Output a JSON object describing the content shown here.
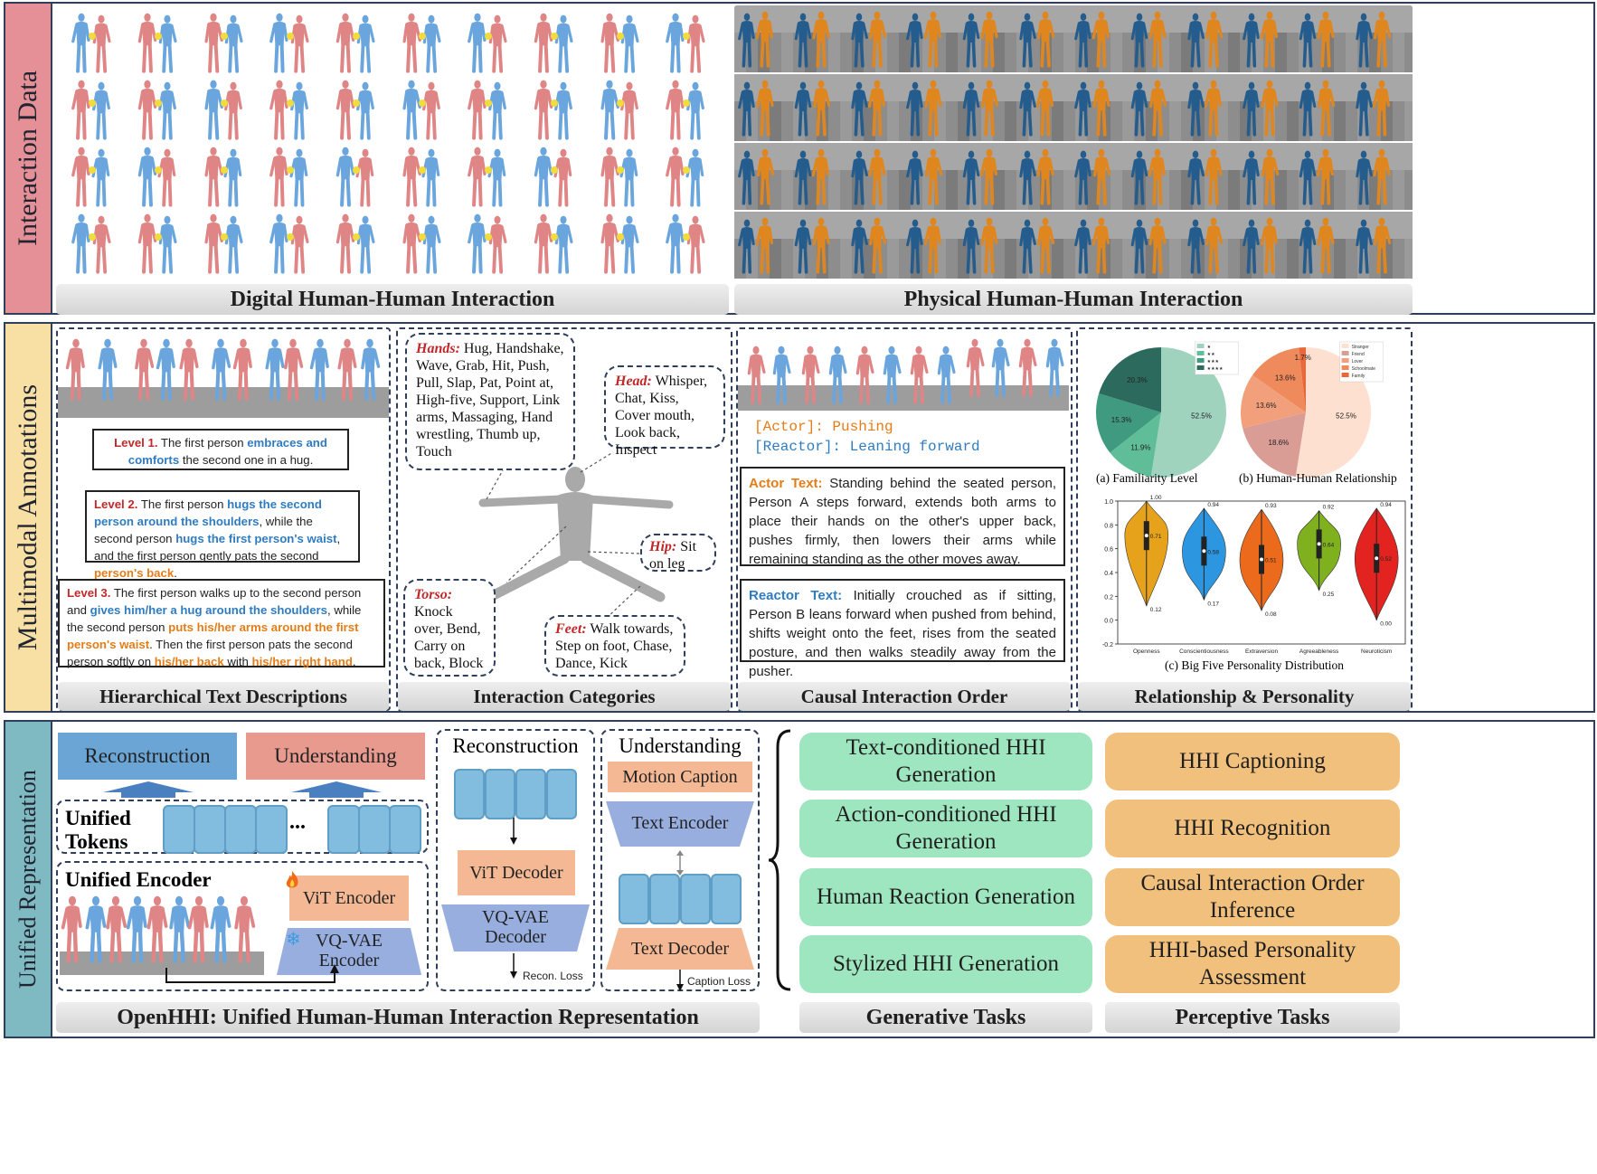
{
  "sections": {
    "interaction_data": "Interaction Data",
    "multimodal": "Multimodal Annotations",
    "unified": "Unified Representation"
  },
  "captions": {
    "digital": "Digital Human-Human Interaction",
    "physical": "Physical Human-Human Interaction",
    "hierarchical": "Hierarchical Text Descriptions",
    "categories": "Interaction Categories",
    "causal": "Causal Interaction Order",
    "relationship": "Relationship & Personality",
    "openhhi": "OpenHHI: Unified Human-Human Interaction Representation",
    "generative": "Generative Tasks",
    "perceptive": "Perceptive Tasks"
  },
  "levels": {
    "l1": {
      "tag": "Level 1.",
      "t1": " The first person ",
      "h1": "embraces and comforts",
      "t2": " the second one in a hug."
    },
    "l2": {
      "tag": "Level 2.",
      "t1": " The first person ",
      "h1": "hugs the second person around the shoulders",
      "t2": ", while the second person ",
      "h2": "hugs the first person's waist",
      "t3": ", and the first person gently pats the second ",
      "h3": "person's back",
      "t4": "."
    },
    "l3": {
      "tag": "Level 3.",
      "t1": " The first person walks up to the second person and ",
      "h1": "gives him/her a hug around the shoulders",
      "t2": ", while the second person ",
      "h2": "puts his/her arms around the first person's waist",
      "t3": ". Then the first person pats the second person softly on ",
      "h3": "his/her back",
      "t4": " with ",
      "h4": "his/her right hand",
      "t5": "."
    }
  },
  "categories": {
    "hands_label": "Hands:",
    "hands_text": " Hug, Handshake, Wave, Grab, Hit, Push, Pull, Slap, Pat, Point at, High-five, Support, Link arms, Massaging, Hand wrestling, Thumb up, Touch",
    "head_label": "Head:",
    "head_text": " Whisper, Chat, Kiss, Cover mouth, Look back, Inspect",
    "hip_label": "Hip:",
    "hip_text": " Sit on leg",
    "torso_label": "Torso:",
    "torso_text": " Knock over, Bend, Carry on back, Block",
    "feet_label": "Feet:",
    "feet_text": " Walk towards, Step on foot, Chase, Dance, Kick"
  },
  "causal": {
    "actor_line": "[Actor]: Pushing",
    "reactor_line": "[Reactor]: Leaning forward",
    "actor_label": "Actor Text:",
    "actor_text": " Standing behind the seated person, Person A steps forward, extends both arms to place their hands on the other's upper back, pushes firmly, then lowers their arms while remaining standing as the other moves away.",
    "reactor_label": "Reactor Text:",
    "reactor_text": " Initially crouched as if sitting, Person B leans forward when pushed from behind, shifts weight onto the feet, rises from the seated posture, and then walks steadily away from the pusher."
  },
  "charts_text": {
    "a_title": "(a) Familiarity Level",
    "b_title": "(b) Human-Human Relationship",
    "c_title": "(c) Big Five Personality Distribution"
  },
  "chart_data": [
    {
      "type": "pie",
      "title": "(a) Familiarity Level",
      "labels": [
        "★",
        "★★",
        "★★★",
        "★★★★"
      ],
      "values": [
        52.5,
        11.9,
        15.3,
        20.3
      ],
      "colors": [
        "#9fd3bd",
        "#5fbe98",
        "#3f9a80",
        "#2c6a5e"
      ],
      "legend": "top-right"
    },
    {
      "type": "pie",
      "title": "(b) Human-Human Relationship",
      "labels": [
        "Stranger",
        "Friend",
        "Lover",
        "Schoolmate",
        "Family"
      ],
      "values": [
        52.5,
        18.6,
        13.6,
        13.6,
        1.7
      ],
      "colors": [
        "#fde0cf",
        "#d99d96",
        "#f2a07c",
        "#ef8a5c",
        "#e8683c"
      ],
      "legend": "top-right"
    },
    {
      "type": "violin",
      "title": "(c) Big Five Personality Distribution",
      "categories": [
        "Openness",
        "Conscientiousness",
        "Extraversion",
        "Agreeableness",
        "Neuroticism"
      ],
      "colors": [
        "#e5a21a",
        "#2d96e0",
        "#ec6a1c",
        "#7fb01e",
        "#e2231f"
      ],
      "max": [
        1.0,
        0.94,
        0.93,
        0.92,
        0.94
      ],
      "median": [
        0.71,
        0.58,
        0.51,
        0.64,
        0.52
      ],
      "min": [
        0.12,
        0.17,
        0.08,
        0.25,
        0.0
      ],
      "ylim": [
        -0.2,
        1.0
      ],
      "yticks": [
        "1.0",
        "0.8",
        "0.6",
        "0.4",
        "0.2",
        "0.0",
        "-0.2"
      ]
    }
  ],
  "unified": {
    "reconstruction": "Reconstruction",
    "understanding": "Understanding",
    "unified_tokens": "Unified Tokens",
    "ellipsis": "...",
    "unified_encoder": "Unified Encoder",
    "vit_encoder": "ViT Encoder",
    "vqvae_encoder": "VQ-VAE Encoder",
    "rec_title": "Reconstruction",
    "vit_decoder": "ViT Decoder",
    "vqvae_decoder": "VQ-VAE Decoder",
    "recon_loss": "Recon. Loss",
    "und_title": "Understanding",
    "motion_caption": "Motion Caption",
    "text_encoder": "Text Encoder",
    "text_decoder": "Text Decoder",
    "caption_loss": "Caption Loss"
  },
  "generative_tasks": [
    "Text-conditioned HHI Generation",
    "Action-conditioned HHI Generation",
    "Human Reaction Generation",
    "Stylized HHI Generation"
  ],
  "perceptive_tasks": [
    "HHI Captioning",
    "HHI Recognition",
    "Causal Interaction Order Inference",
    "HHI-based Personality Assessment"
  ]
}
